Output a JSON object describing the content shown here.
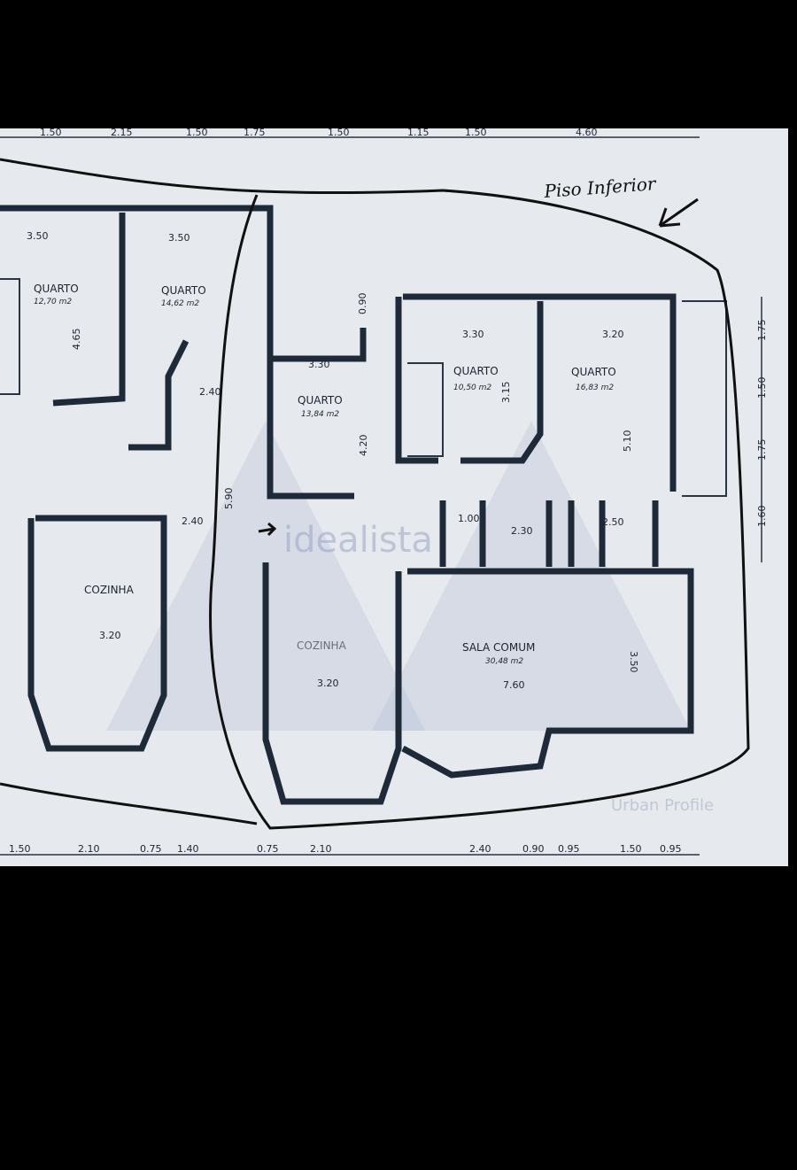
{
  "plan": {
    "handwritten_note": "Piso Inferior",
    "watermarks": [
      "idealista",
      "Urban Profile"
    ],
    "rooms": [
      {
        "name": "QUARTO",
        "area": "12,70 m2",
        "dims": [
          "3.50",
          "4.65"
        ]
      },
      {
        "name": "QUARTO",
        "area": "14,62 m2",
        "dims": [
          "3.50"
        ]
      },
      {
        "name": "QUARTO",
        "area": "13,84 m2",
        "dims": [
          "3.30",
          "4.20"
        ]
      },
      {
        "name": "QUARTO",
        "area": "10,50 m2",
        "dims": [
          "3.30",
          "3.15"
        ]
      },
      {
        "name": "QUARTO",
        "area": "16,83 m2",
        "dims": [
          "3.20",
          "5.10"
        ]
      },
      {
        "name": "COZINHA",
        "dims": [
          "3.20"
        ]
      },
      {
        "name": "COZINHA",
        "dims": [
          "3.20"
        ]
      },
      {
        "name": "SALA COMUM",
        "area": "30,48 m2",
        "dims": [
          "7.60",
          "3.50"
        ]
      }
    ],
    "other_dims": [
      "2.40",
      "2.40",
      "1.00",
      "2.30",
      "2.50",
      "0.90",
      "5.90"
    ],
    "top_dimensions": [
      "1.50",
      "2.15",
      "1.50",
      "1.75",
      "1.50",
      "1.15",
      "1.50",
      "4.60"
    ],
    "right_dimensions": [
      "1.75",
      "1.50",
      "1.75",
      "1.60"
    ],
    "bottom_dimensions": [
      "1.50",
      "2.10",
      "0.75",
      "1.40",
      "0.75",
      "2.10",
      "2.40",
      "0.90",
      "0.95",
      "1.50",
      "0.95"
    ]
  },
  "colors": {
    "paper": "#e6e9ee",
    "wall": "#1e2a38",
    "ink": "#111111",
    "watermark": "#9aa6c4"
  }
}
